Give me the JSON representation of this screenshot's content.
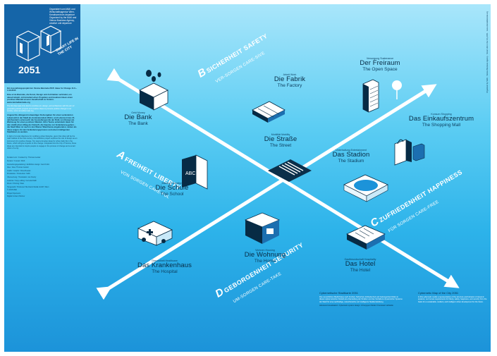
{
  "sidebar": {
    "header_text": "Organisiert vom MAK und Wirtschaftsagentur Wien, Kreativzentrum departure Organized by the MAK and Vienna Business Agency, creative unit departure",
    "logo_number": "2051",
    "logo_title": "SMART LIFE IN THE CITY",
    "intro_1": "Ein Ausstellungsprojekt der Vienna Biennale 2015: Ideas for Change 11.6.–4.10.2015",
    "intro_2": "Eine erste Biennale, die Kunst, Design und Architektur verbindet, um darauf abzielt, mit künstlerischen Projekten und kreativen Ideen einen positiven Wandel unserer Gesellschaft zu fördern. www.viennabiennale.org",
    "intro_en": "The first biennale of its kind to combine art, design, and architecture with the aim of generating artistic projects and creative ideas to promote positive change in our society. www.viennabiennale.org",
    "body_de_bold": "Angesichts drängend notwendiger Zielvorgaben für einen veränderten Lebensstil in der Stadt als dominierendem Wohn- und Lebensort des 21. Jahrhunderts untersucht die Ausstellungsrolle der Rolle von Design als Werkzeug für einen positiven Wandel. Zehn Teams entwickeln Ideen für den städtischen Alltag der Zukunft, die Impulse zur Veränderung geben – die Stadt Wien ist nach in den Wiener Wienthema eingebunden, sieben als diese zeigen, für den Veränderungsprozess und einen intelligenten Stadtleben zu werden.",
    "body_en": "In light of crucial objectives for modifying urban lifestyles, given that cities will be the main habitat of the 21st century, the exhibition project explores the role of design as an instrument for positive change. Ten teams develop ideas for urban daily life in the future, which will give impetus to this change. Integrated into the City of Vienna, these ideas are intended to inspire people to engage in the process of change and a smart vision of a city.",
    "credits": [
      "Kuratiert von / Curated by: Thomas Geisler",
      "Kurator / Curator: MAK",
      "Ausstellungsgestaltung / Exhibition design: Gerd Kuhn",
      "Idee / Idea: Thomas Geisler",
      "Grafik / Graphic: Rosa Reader",
      "Produktion / Production: MAK",
      "Übersetzung / Translation: Ian Overly",
      "Lektorat / Copy editing: Cornelia Malli",
      "Druck / Printing: Wien",
      "Hergestellt / Produced: Mezzanin Media GmbH, Wien",
      "© 2015 MAK",
      "Project Sponsors",
      "Digital Content Partner"
    ]
  },
  "right_strip_text": "Organized by MAK · Vienna Business Agency · Smart Life in the City 2051 · www.viennabiennale.org",
  "axes": {
    "a_letter": "A",
    "a_big": "FREIHEIT LIBERTY",
    "a_small": "VON SORGEN CARE-FUL",
    "b_letter": "B",
    "b_big": "SICHERHEIT SAFETY",
    "b_small": "VER-SORGEN CARE-SIVE",
    "c_letter": "C",
    "c_big": "ZUFRIEDENHEIT HAPPINESS",
    "c_small": "FÜR SORGEN CARE-FREE",
    "d_letter": "D",
    "d_big": "GEBORGENHEIT SECURITY",
    "d_small": "UM-SORGEN CARE-TAKE"
  },
  "places": {
    "fabrik": {
      "kicker": "Arbeit Work",
      "de": "Die Fabrik",
      "en": "The Factory"
    },
    "freiraum": {
      "kicker": "Versorgung Sustenance",
      "de": "Der Freiraum",
      "en": "The Open Space"
    },
    "bank": {
      "kicker": "Geld Money",
      "de": "Die Bank",
      "en": "The Bank"
    },
    "strasse": {
      "kicker": "Mobilität Mobility",
      "de": "Die Straße",
      "en": "The Street"
    },
    "einkauf": {
      "kicker": "Konsum Shopping",
      "de": "Das Einkaufszentrum",
      "en": "The Shopping Mall"
    },
    "schule": {
      "kicker": "Bildung Education",
      "de": "Die Schule",
      "en": "The School"
    },
    "stadion": {
      "kicker": "Unterhaltung Entertainment",
      "de": "Das Stadion",
      "en": "The Stadium"
    },
    "kranken": {
      "kicker": "Gesundheit Healthcare",
      "de": "Das Krankenhaus",
      "en": "The Hospital"
    },
    "wohnung": {
      "kicker": "Wohnen Housing",
      "de": "Die Wohnung",
      "en": "The Home"
    },
    "hotel": {
      "kicker": "Gastfreundschaft Hospitality",
      "de": "Das Hotel",
      "en": "The Hotel"
    }
  },
  "info": {
    "left_title": "Cybernetische Stadtkarte 2051",
    "left_body": "Die menschlichen Bedürfnisse nach Freiheit, Sicherheit, Zufriedenheit und Geborgenheit bilden in diesem kybernetischen Modell eine Darstellung der Struktur und des Verhaltens dynamischer Systeme der Stadt für eine nachhaltige, zukunftsreiche und intelligente Stadtentwicklung.",
    "left_credit": "Advanced visualisation: Cybernetic system design: Ji Ferguyen Model / Kunstwert Hofstelle",
    "right_title": "Cybernetic Map of the City 2051",
    "right_body": "In this cybernetic model a representation of the structure and behavior of dynamic systems, our human requirements for liberty, safety, happiness, and security form the basis for a sustainable, resilient, and intelligent urban development for the future."
  },
  "colors": {
    "axis": "#ffffff",
    "ink": "#072b45",
    "accent": "#1565a8"
  }
}
